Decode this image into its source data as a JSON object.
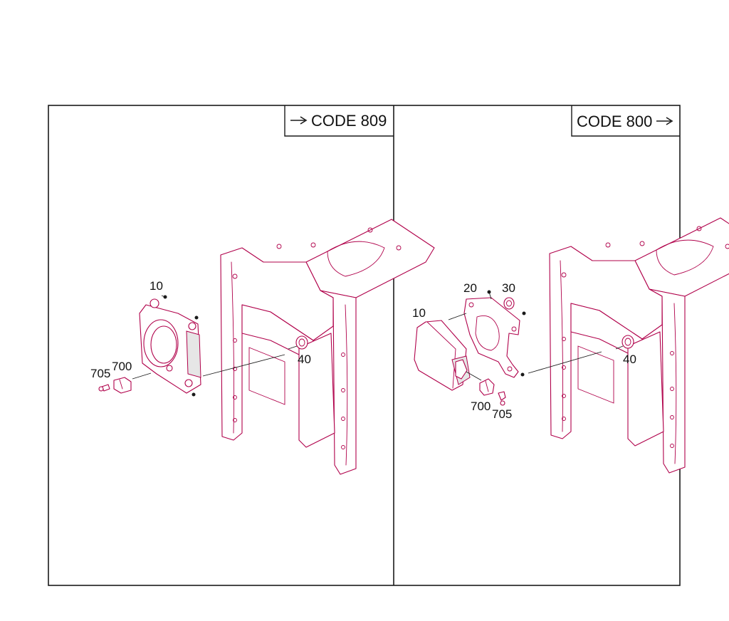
{
  "colors": {
    "line": "#b0004a",
    "frame": "#1a1a1a",
    "text": "#111111"
  },
  "left_panel": {
    "code_label": "CODE 809",
    "code_arrow": "before",
    "callouts": {
      "c10": "10",
      "c700": "700",
      "c705": "705",
      "c40": "40"
    }
  },
  "right_panel": {
    "code_label": "CODE 800",
    "code_arrow": "after",
    "callouts": {
      "c10": "10",
      "c20": "20",
      "c30": "30",
      "c700": "700",
      "c705": "705",
      "c40": "40"
    }
  }
}
